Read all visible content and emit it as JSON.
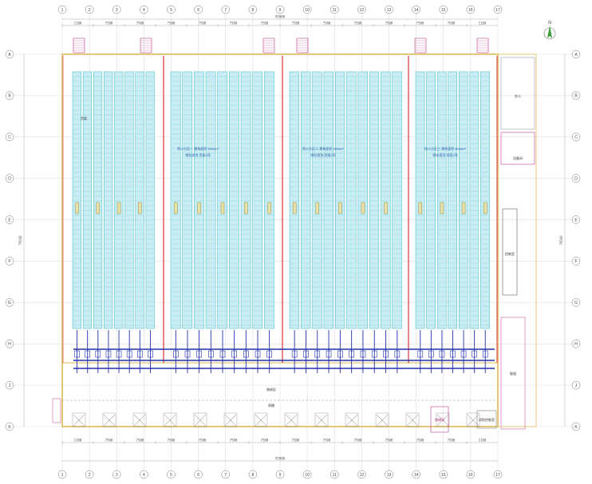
{
  "drawing": {
    "north_label": "N"
  },
  "colors": {
    "background": "#ffffff",
    "rack_fill": "#c9edf2",
    "rack_stroke": "#38b9c9",
    "wall": "#e2c878",
    "firewall": "#e0303a",
    "conveyor": "#2230a8",
    "grid_line": "#cfcfcf",
    "dim_line": "#9a9a9a",
    "annotation": "#2a5fa8",
    "pink": "#c03a8c",
    "north_arrow": "#3a9a3a"
  },
  "grid": {
    "columns": [
      "1",
      "2",
      "3",
      "4",
      "5",
      "6",
      "7",
      "8",
      "9",
      "10",
      "11",
      "12",
      "13",
      "14",
      "15",
      "16",
      "17"
    ],
    "rows_right": [
      "A",
      "B",
      "C",
      "D",
      "E",
      "F",
      "G",
      "H",
      "J",
      "K"
    ],
    "rows_left": [
      "A",
      "B",
      "C",
      "D",
      "E",
      "F",
      "G",
      "H",
      "J",
      "K"
    ]
  },
  "dims": {
    "top_overall": "95900",
    "top_spans": [
      "1100",
      "7500",
      "7500",
      "7500",
      "7500",
      "7500",
      "7500",
      "7500",
      "7500",
      "7500",
      "7500",
      "7500",
      "7500",
      "1100"
    ],
    "bottom_overall": "95900",
    "bottom_spans": [
      "1100",
      "7500",
      "7500",
      "7500",
      "7500",
      "7500",
      "7500",
      "7500",
      "7500",
      "7500",
      "7500",
      "7500",
      "7500",
      "1100"
    ],
    "left_overall": "79500",
    "right_overall": "79500"
  },
  "zones": [
    {
      "label": "防火分区一 建筑面积 5964m²",
      "sub": "储存类别 丙类2项"
    },
    {
      "label": "防火分区二 建筑面积 5964m²",
      "sub": "储存类别 丙类2项"
    },
    {
      "label": "防火分区三 建筑面积 5964m²",
      "sub": "储存类别 丙类2项"
    }
  ],
  "rack_rows": {
    "left_counts": [
      3,
      3
    ],
    "note": "货架"
  },
  "labels": {
    "stair_1": "楼梯间",
    "office": "办公",
    "equipment": "设备间",
    "control_room": "控制室",
    "canopy": "雨棚",
    "loading": "装卸区",
    "fire_note": "消防控制室",
    "ramp": "坡道",
    "dock_prefix": "装卸口"
  }
}
